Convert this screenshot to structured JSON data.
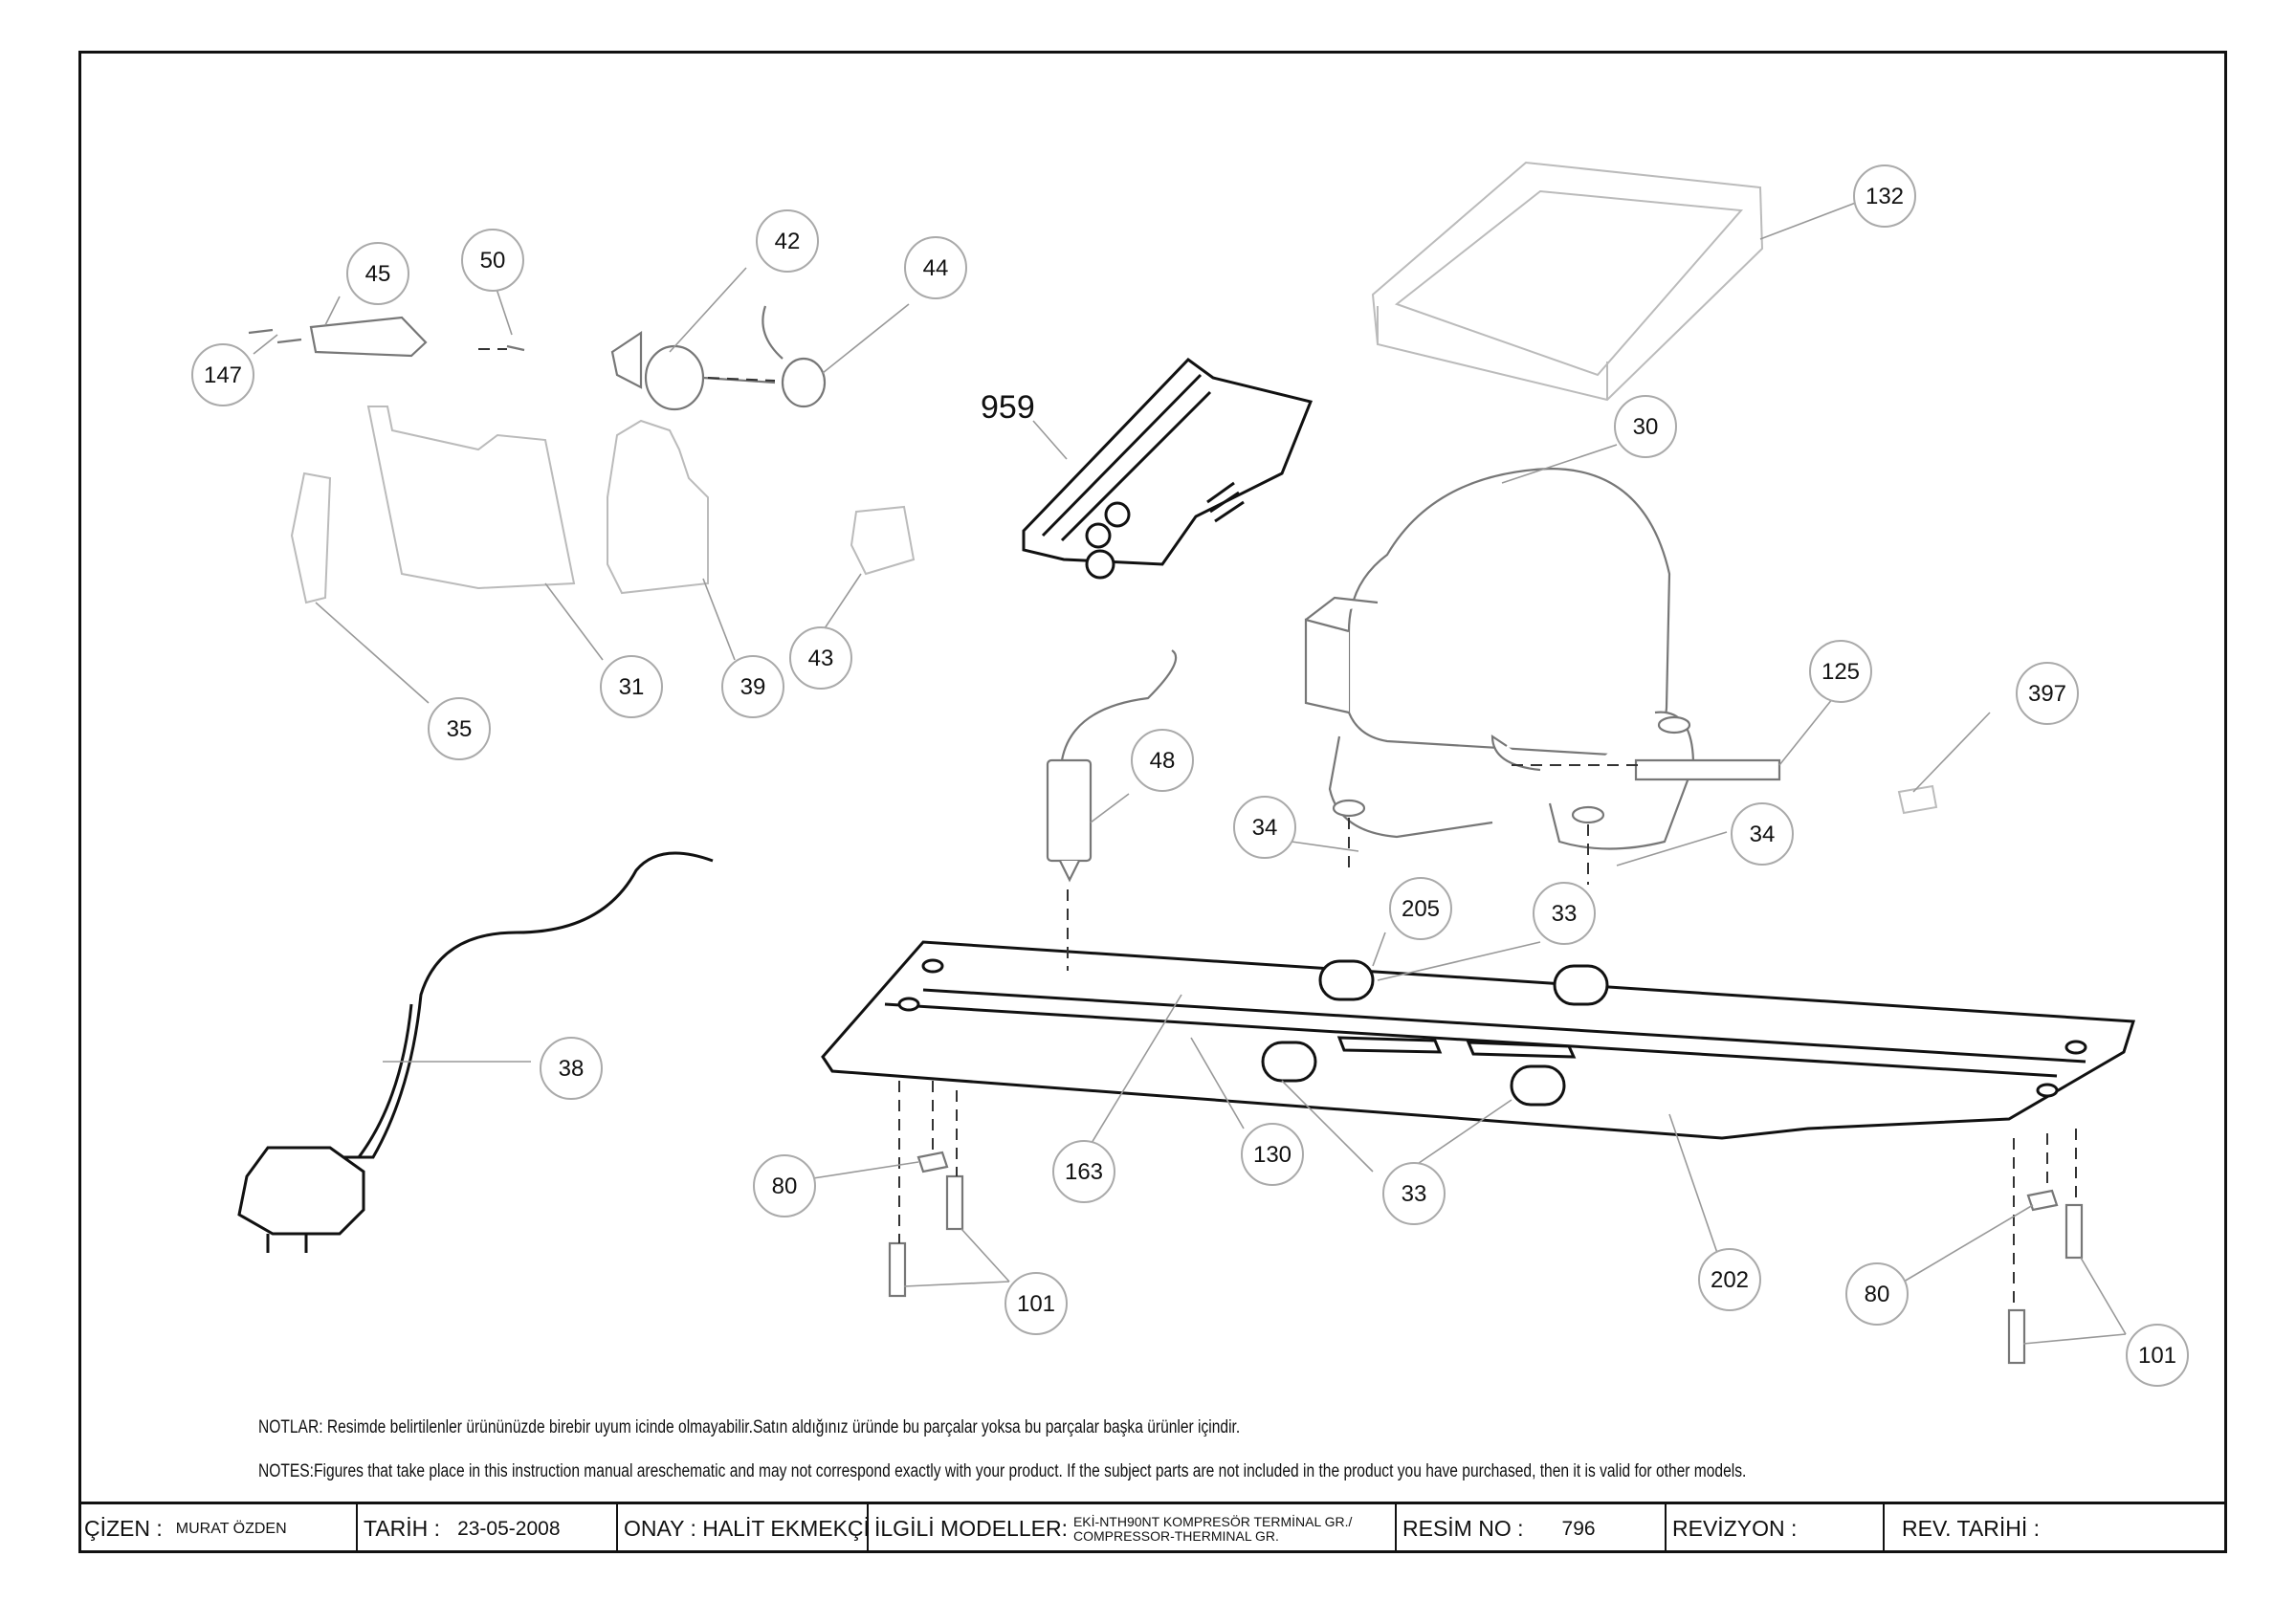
{
  "callouts": [
    {
      "label": "132"
    },
    {
      "label": "45"
    },
    {
      "label": "50"
    },
    {
      "label": "42"
    },
    {
      "label": "44"
    },
    {
      "label": "147"
    },
    {
      "label": "30"
    },
    {
      "label": "31"
    },
    {
      "label": "39"
    },
    {
      "label": "43"
    },
    {
      "label": "35"
    },
    {
      "label": "125"
    },
    {
      "label": "397"
    },
    {
      "label": "48"
    },
    {
      "label": "34"
    },
    {
      "label": "34"
    },
    {
      "label": "205"
    },
    {
      "label": "33"
    },
    {
      "label": "38"
    },
    {
      "label": "80"
    },
    {
      "label": "163"
    },
    {
      "label": "130"
    },
    {
      "label": "33"
    },
    {
      "label": "101"
    },
    {
      "label": "202"
    },
    {
      "label": "80"
    },
    {
      "label": "101"
    }
  ],
  "big_label": "959",
  "notes": {
    "tr": "NOTLAR: Resimde belirtilenler ürününüzde birebir  uyum icinde olmayabilir.Satın aldığınız üründe bu parçalar yoksa bu parçalar başka ürünler içindir.",
    "en": "NOTES:Figures that take place in this instruction manual areschematic  and may not correspond exactly with your product. If the subject parts are not included in the product you have purchased, then it is valid for other models."
  },
  "title_block": {
    "cizen_label": "ÇİZEN :",
    "cizen_value": "MURAT ÖZDEN",
    "tarih_label": "TARİH :",
    "tarih_value": "23-05-2008",
    "onay": "ONAY : HALİT EKMEKÇİ",
    "modeller_label": "İLGİLİ MODELLER:",
    "modeller_line1": "EKİ-NTH90NT KOMPRESÖR TERMİNAL GR./",
    "modeller_line2": "COMPRESSOR-THERMINAL GR.",
    "resim_label": "RESİM NO :",
    "resim_value": "796",
    "revizyon_label": "REVİZYON :",
    "rev_tarihi_label": "REV. TARİHİ :"
  }
}
